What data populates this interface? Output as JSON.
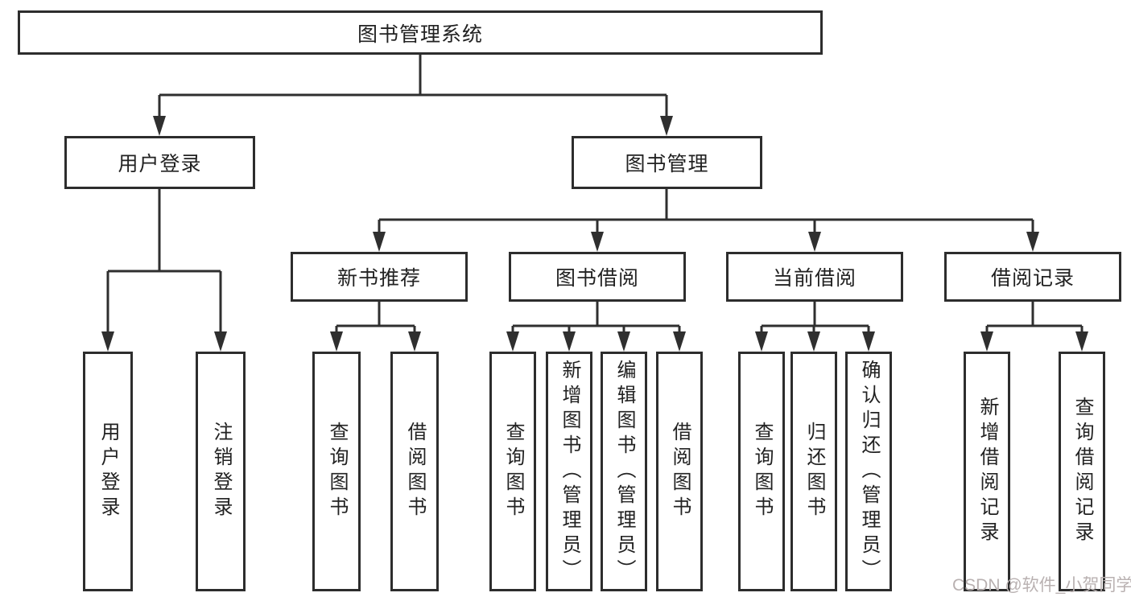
{
  "colors": {
    "line": "#2f2f2f",
    "box_border": "#2d2d2d",
    "box_background": "#ffffff",
    "text": "#222222",
    "watermark": "#b9b1b1"
  },
  "watermark": {
    "text": "CSDN @软件_小贺同学"
  },
  "diagram": {
    "root": {
      "label": "图书管理系统"
    },
    "branches": [
      {
        "label": "用户登录",
        "children": [
          {
            "label": "用户登录"
          },
          {
            "label": "注销登录"
          }
        ]
      },
      {
        "label": "图书管理",
        "children": [
          {
            "label": "新书推荐",
            "children": [
              {
                "label": "查询图书"
              },
              {
                "label": "借阅图书"
              }
            ]
          },
          {
            "label": "图书借阅",
            "children": [
              {
                "label": "查询图书"
              },
              {
                "label": "新增图书（管理员）"
              },
              {
                "label": "编辑图书（管理员）"
              },
              {
                "label": "借阅图书"
              }
            ]
          },
          {
            "label": "当前借阅",
            "children": [
              {
                "label": "查询图书"
              },
              {
                "label": "归还图书"
              },
              {
                "label": "确认归还（管理员）"
              }
            ]
          },
          {
            "label": "借阅记录",
            "children": [
              {
                "label": "新增借阅记录"
              },
              {
                "label": "查询借阅记录"
              }
            ]
          }
        ]
      }
    ]
  }
}
